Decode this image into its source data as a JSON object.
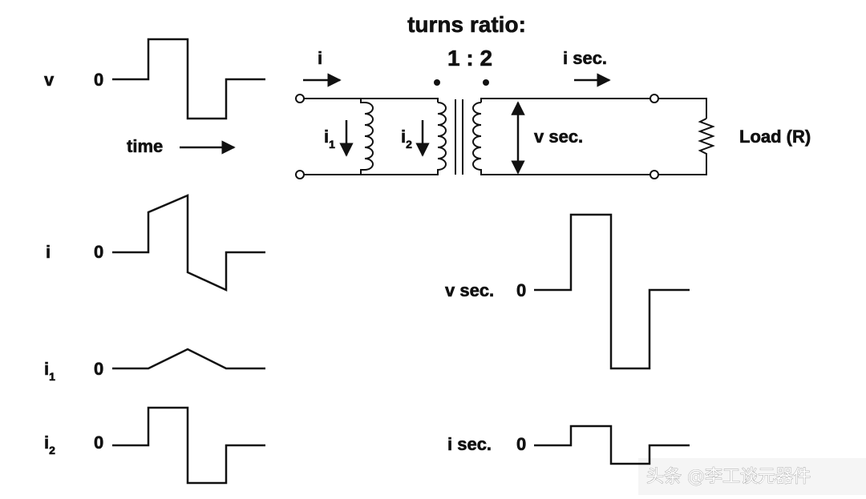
{
  "header": {
    "line1": "turns ratio:",
    "line2": "1 : 2"
  },
  "waveforms": {
    "v": {
      "label": "v",
      "zero": "0"
    },
    "i": {
      "label": "i",
      "zero": "0"
    },
    "i1": {
      "label": "i",
      "sub": "1",
      "zero": "0"
    },
    "i2": {
      "label": "i",
      "sub": "2",
      "zero": "0"
    },
    "v_sec": {
      "label": "v sec.",
      "zero": "0"
    },
    "i_sec": {
      "label": "i sec.",
      "zero": "0"
    }
  },
  "time_label": "time",
  "circuit": {
    "i_label": "i",
    "i_sec_label": "i sec.",
    "i1": {
      "main": "i",
      "sub": "1"
    },
    "i2": {
      "main": "i",
      "sub": "2"
    },
    "v_sec_label": "v sec.",
    "load_label": "Load (R)"
  },
  "watermark": "头条 @李工谈元器件",
  "colors": {
    "ink": "#111111",
    "background": "#ffffff",
    "watermark": "#ffffff"
  }
}
